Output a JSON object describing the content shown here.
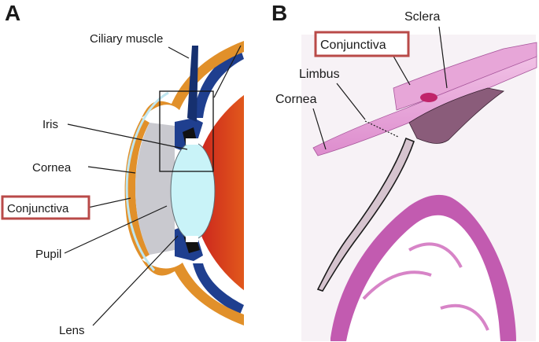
{
  "panel_a": {
    "letter": "A",
    "labels": {
      "ciliary_muscle": "Ciliary muscle",
      "iris": "Iris",
      "cornea": "Cornea",
      "conjunctiva": "Conjunctiva",
      "pupil": "Pupil",
      "lens": "Lens"
    }
  },
  "panel_b": {
    "letter": "B",
    "labels": {
      "sclera": "Sclera",
      "conjunctiva": "Conjunctiva",
      "limbus": "Limbus",
      "cornea": "Cornea"
    }
  },
  "colors": {
    "highlight_box": "#b94a48",
    "tissue_pink": "#e7a6d8",
    "tissue_dark": "#c25bb0",
    "sclera_orange": "#e1902a",
    "choroid_blue": "#1f3f8f",
    "lens_cyan": "#c9f3f8",
    "retina_peach": "#ffc9a3"
  }
}
